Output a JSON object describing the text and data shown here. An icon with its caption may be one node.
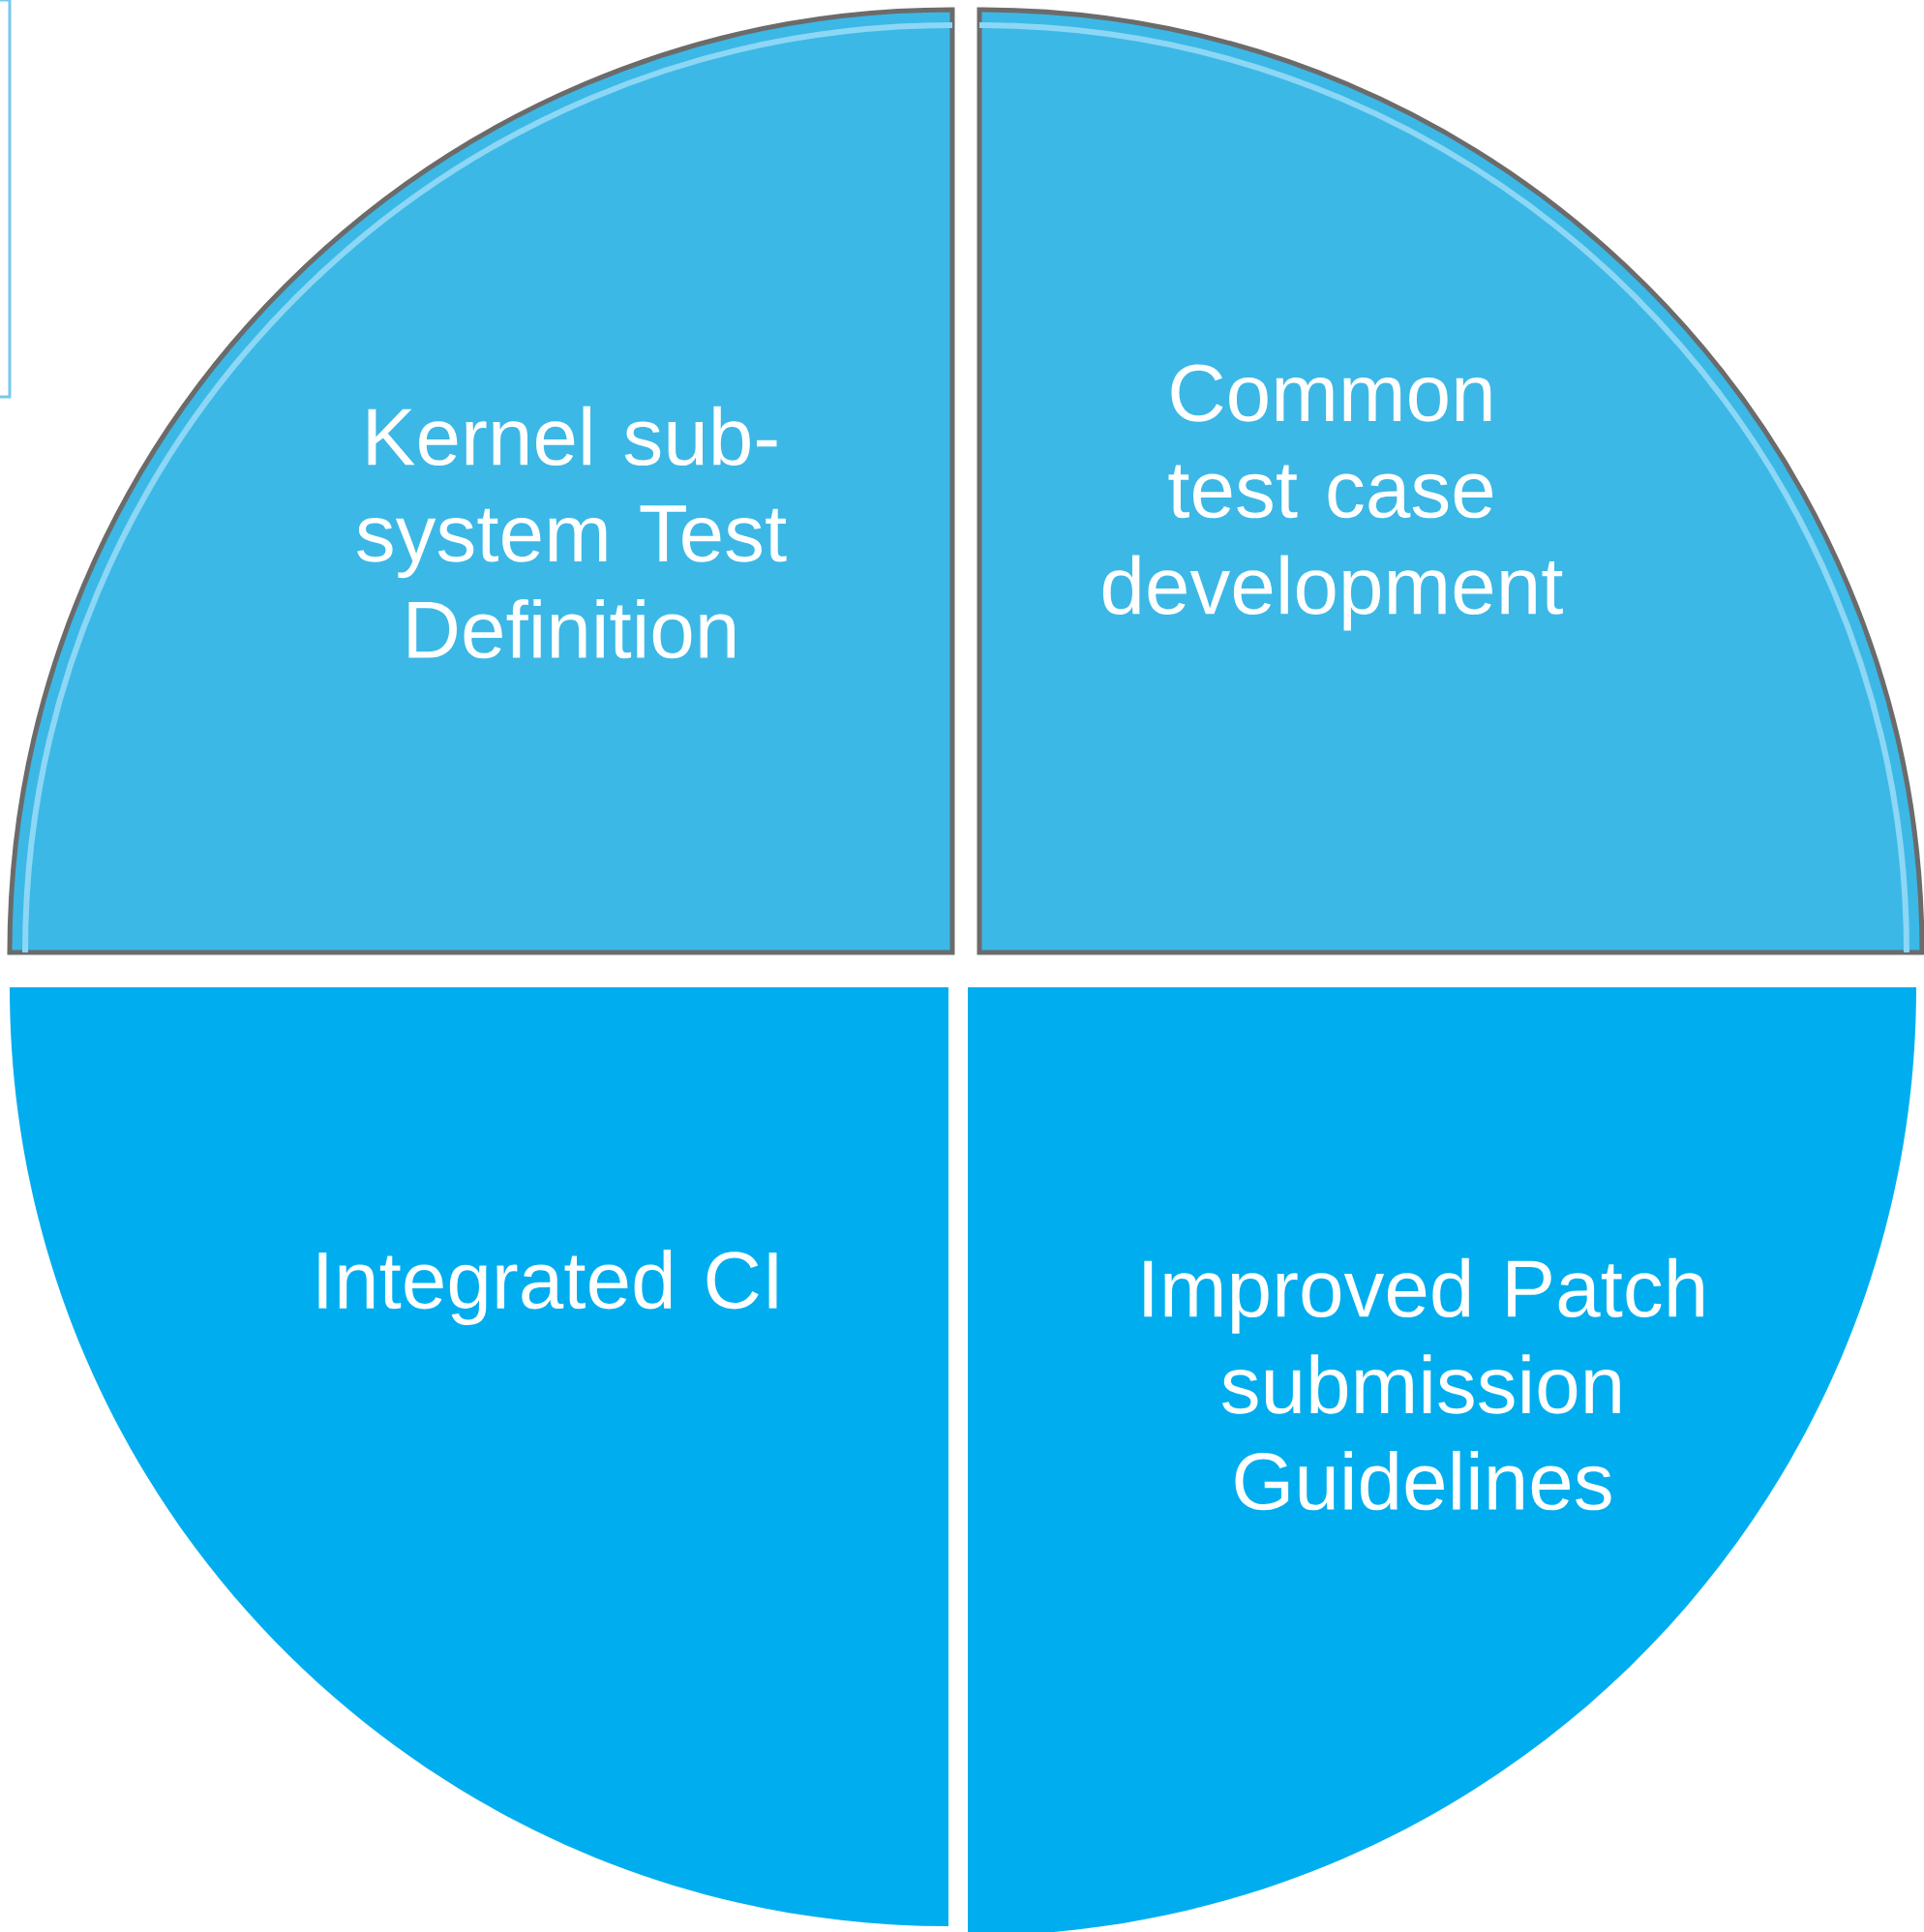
{
  "diagram": {
    "nodes": [
      {
        "text": [
          "Kernel sub-system Test Definition"
        ]
      },
      {
        "text": [
          "Common test case development"
        ]
      },
      {
        "text": [
          "Integrated CI"
        ]
      },
      {
        "text": [
          "Improved Patch submission Guidelines"
        ]
      }
    ]
  }
}
